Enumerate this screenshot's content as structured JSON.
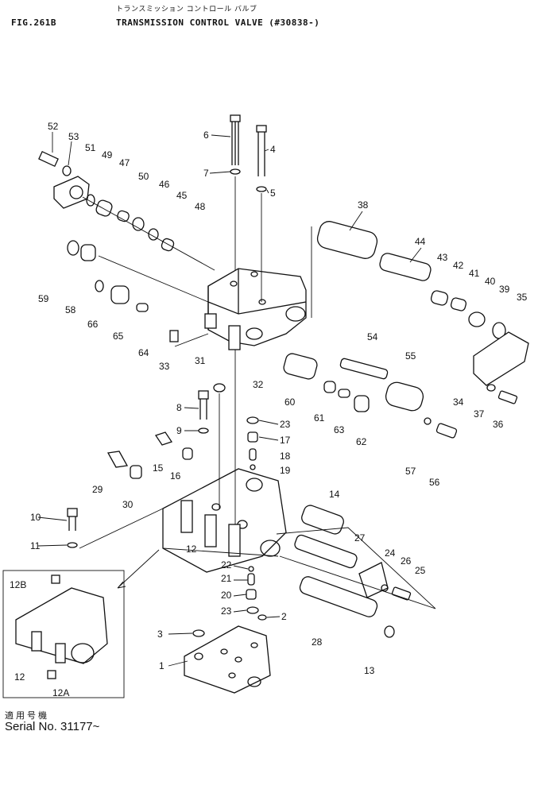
{
  "header": {
    "fig_no": "FIG.261B",
    "title_jp": "トランスミッション コントロール バルブ",
    "title_en": "TRANSMISSION CONTROL VALVE (#30838-)"
  },
  "serial": {
    "label_jp": "適用号機",
    "label": "Serial No. 31177~"
  },
  "callouts": [
    "52",
    "53",
    "51",
    "49",
    "47",
    "50",
    "46",
    "45",
    "48",
    "6",
    "7",
    "4",
    "5",
    "38",
    "44",
    "43",
    "42",
    "41",
    "40",
    "39",
    "35",
    "59",
    "58",
    "66",
    "65",
    "64",
    "33",
    "31",
    "32",
    "54",
    "55",
    "60",
    "61",
    "63",
    "62",
    "34",
    "37",
    "36",
    "8",
    "9",
    "23",
    "17",
    "18",
    "19",
    "15",
    "16",
    "29",
    "30",
    "57",
    "56",
    "14",
    "10",
    "11",
    "12",
    "27",
    "24",
    "26",
    "25",
    "22",
    "21",
    "20",
    "23",
    "2",
    "3",
    "1",
    "28",
    "13",
    "12B",
    "12",
    "12A"
  ]
}
